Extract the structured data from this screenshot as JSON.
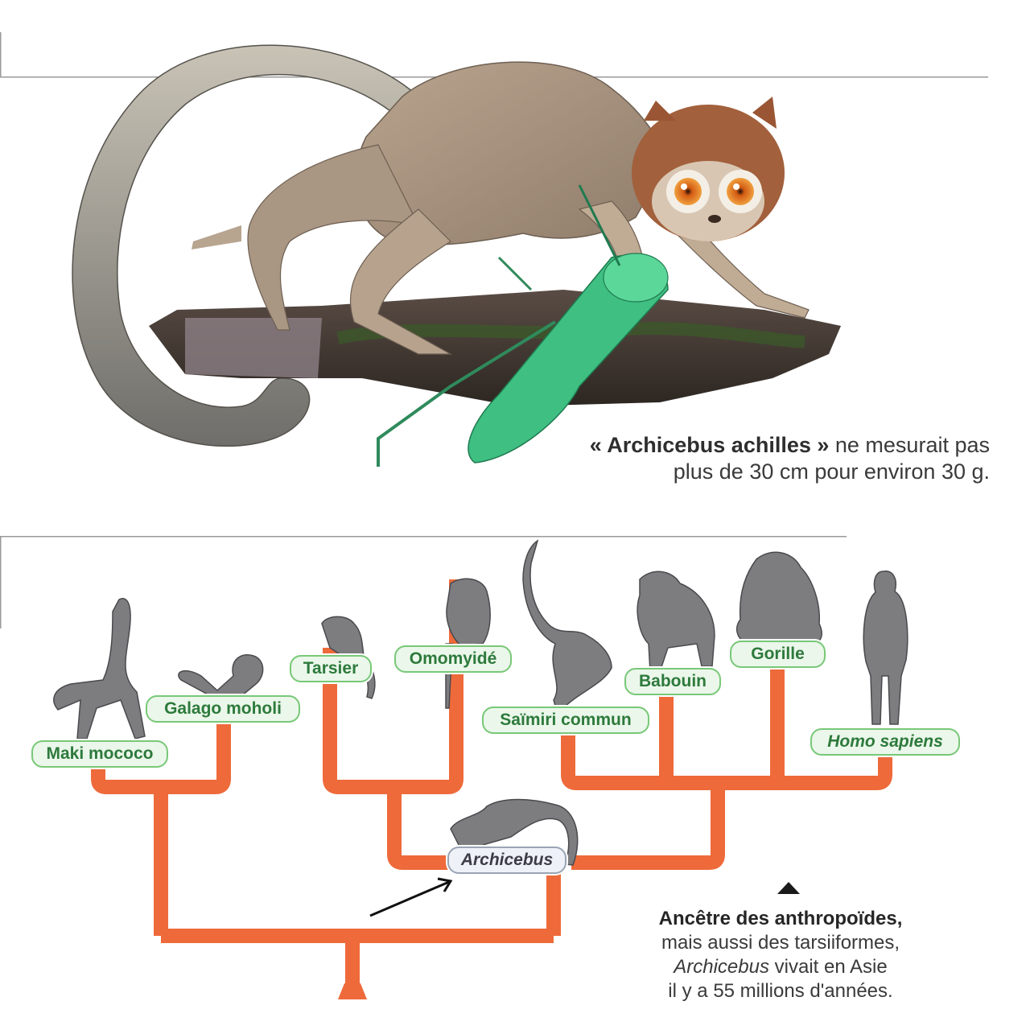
{
  "caption_top": {
    "species": "« Archicebus achilles »",
    "line1_rest": " ne mesurait pas",
    "line2": "plus de 30 cm pour environ 30 g."
  },
  "caption_bottom": {
    "title": "Ancêtre des anthropoïdes,",
    "line2": "mais aussi des tarsiiformes,",
    "line3_genus": "Archicebus",
    "line3_rest": " vivait en Asie",
    "line4": "il y a 55 millions d'années."
  },
  "tree": {
    "labels": {
      "maki": "Maki mococo",
      "galago": "Galago moholi",
      "tarsier": "Tarsier",
      "omomyide": "Omomyidé",
      "saimiri": "Saïmiri commun",
      "babouin": "Babouin",
      "gorille": "Gorille",
      "homo": "Homo sapiens",
      "archicebus": "Archicebus"
    },
    "colors": {
      "branch": "#ee6a3a",
      "label_fill": "#ebf7ea",
      "label_border": "#78c878",
      "label_text": "#2d7a3c"
    }
  }
}
